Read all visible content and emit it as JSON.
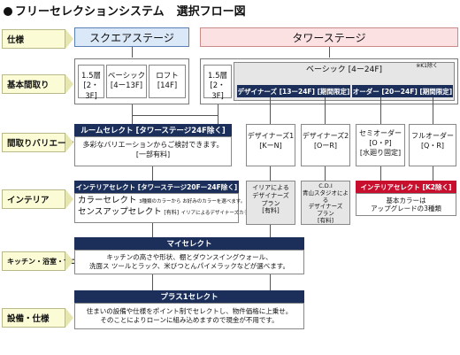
{
  "title": {
    "main": "フリーセレクションシステム",
    "sub": "選択フロー図"
  },
  "rows": [
    "仕様",
    "基本間取り",
    "間取りバリエーション",
    "インテリア",
    "キッチン・浴室・サニタリー",
    "設備・仕様"
  ],
  "square": {
    "header": "スクエアステージ",
    "plans": [
      {
        "name": "1.5層",
        "floors": "[2・3F]"
      },
      {
        "name": "ベーシック",
        "floors": "[4ー13F]"
      },
      {
        "name": "ロフト",
        "floors": "[14F]"
      }
    ]
  },
  "tower": {
    "header": "タワーステージ",
    "plan15": {
      "name": "1.5層",
      "floors": "[2・3F]"
    },
    "basic": "ベーシック [4ー24F]",
    "note": "※K1除く",
    "designers_bar": "デザイナーズ [13ー24F] [期間限定]",
    "order_bar": "オーダー [20ー24F] [期間限定]"
  },
  "variation": {
    "room_select": "ルームセレクト [タワーステージ24F除く]",
    "room_desc": [
      "多彩なバリエーションからご検討できます。",
      "[一部有料]"
    ],
    "cards": [
      {
        "title": "デザイナーズ1",
        "code": "[KーN]"
      },
      {
        "title": "デザイナーズ2",
        "code": "[OーR]"
      },
      {
        "title": "セミオーダー",
        "code": "[O・P]",
        "extra": "[水廻り固定]"
      },
      {
        "title": "フルオーダー",
        "code": "[Q・R]"
      }
    ]
  },
  "interior": {
    "select_bar": "インテリアセレクト [タワーステージ20Fー24F除く]",
    "color_name": "カラーセレクト",
    "color_desc": "3種類のカラーから お好みのカラーを選べます。",
    "sense_name": "センスアップセレクト",
    "sense_paid": "[有料]",
    "sense_desc": "イリアによるデザイナーズカラーです。",
    "d1": [
      "イリアによる",
      "デザイナーズ",
      "プラン",
      "[有料]"
    ],
    "d2": [
      "C.D.I",
      "青山スタジオによる",
      "デザイナーズ",
      "プラン",
      "[有料]"
    ],
    "k2_bar": "インテリアセレクト [K2除く]",
    "k2_desc": [
      "基本カラーは",
      "アップグレードの3種類"
    ]
  },
  "kitchen": {
    "bar": "マイセレクト",
    "desc": [
      "キッチンの高さや形状、棚とダウンスイングウォール、",
      "洗面ス ツールとラック、米びつとんパイメラックなどが選べます。"
    ]
  },
  "equip": {
    "bar": "プラス1セレクト",
    "desc": [
      "住まいの設備や仕様をポイント制でセレクトし、物件価格に上乗せ。",
      "そのことによりローンに組み込めますので現金が不用です。"
    ]
  },
  "colors": {
    "navy": "#1b2f5a",
    "red": "#c8102e",
    "label_bg": "#fbfbd6",
    "blue_hdr": "#dbe8f7",
    "pink_hdr": "#fbe1e1"
  }
}
